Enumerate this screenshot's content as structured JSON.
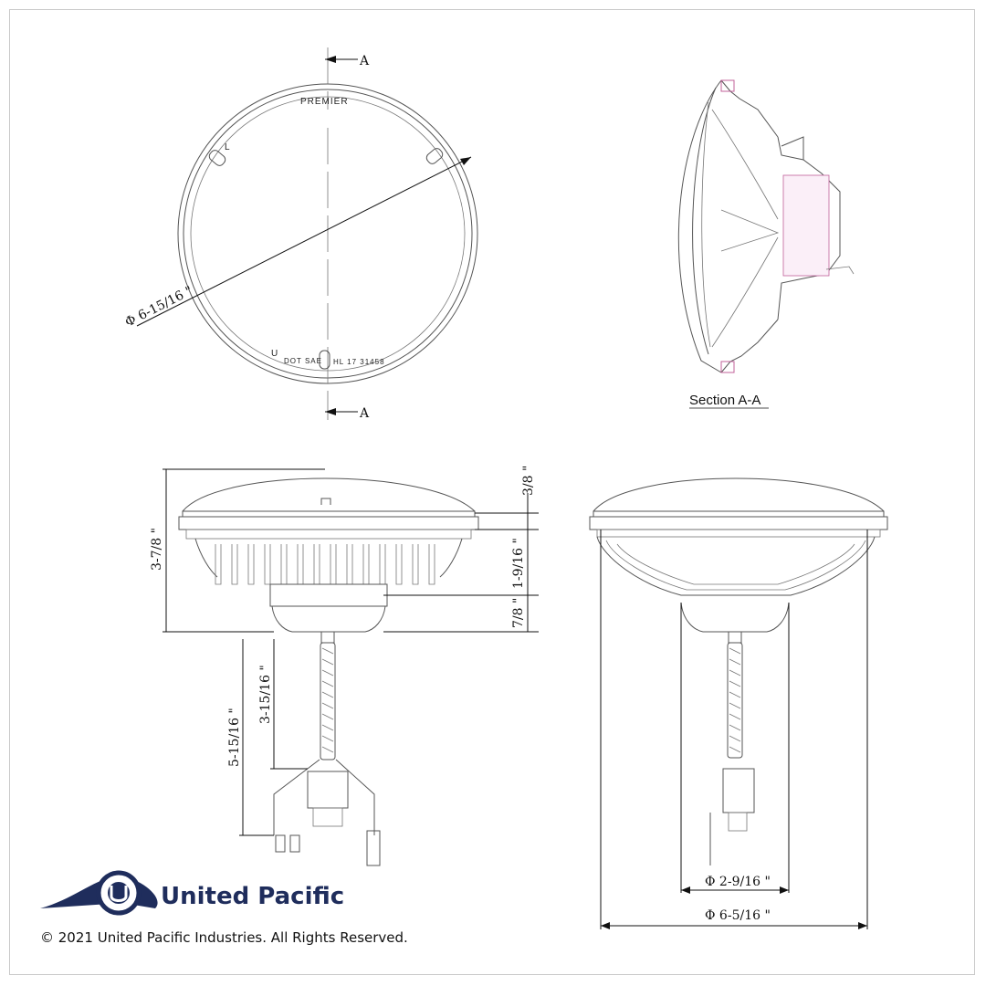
{
  "section_marker": "A",
  "front_view": {
    "brand_mark": "PREMIER",
    "lamp_side": "L",
    "bottom_mark_u": "U",
    "bottom_mark_dot": "DOT SAE",
    "bottom_mark_hl": "HL 17  31458",
    "diameter": "Φ 6-15/16 \""
  },
  "section_caption": "Section A-A",
  "side_view": {
    "height_total": "3-7/8 \"",
    "lens_height": "3/8 \"",
    "body_height": "1-9/16 \"",
    "base_height": "7/8 \"",
    "cable_length": "3-15/16 \"",
    "connector_length": "5-15/16 \""
  },
  "front_profile": {
    "base_diameter": "Φ 2-9/16 \"",
    "outer_diameter": "Φ 6-5/16 \""
  },
  "company": "United Pacific",
  "copyright": "© 2021 United Pacific Industries. All Rights Reserved.",
  "colors": {
    "brand_navy": "#1f2d5c",
    "line": "#555555"
  }
}
